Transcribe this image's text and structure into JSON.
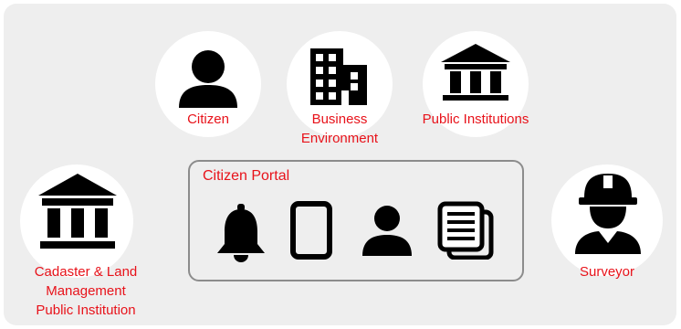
{
  "colors": {
    "panel_bg": "#eeeeee",
    "circle_bg": "#ffffff",
    "label": "#e8121a",
    "icon": "#000000",
    "portal_border": "#8c8c8c"
  },
  "actors": {
    "citizen": {
      "label": "Citizen",
      "icon": "person-icon"
    },
    "business": {
      "label_line1": "Business",
      "label_line2": "Environment",
      "icon": "office-building-icon"
    },
    "public_institutions": {
      "label": "Public Institutions",
      "icon": "institution-building-icon"
    },
    "cadaster": {
      "label_line1": "Cadaster & Land",
      "label_line2": "Management",
      "label_line3": "Public Institution",
      "icon": "institution-building-icon"
    },
    "surveyor": {
      "label": "Surveyor",
      "icon": "hard-hat-worker-icon"
    }
  },
  "portal": {
    "title": "Citizen Portal",
    "icons": [
      "notification-bell-icon",
      "mobile-phone-icon",
      "user-profile-icon",
      "documents-icon"
    ]
  }
}
